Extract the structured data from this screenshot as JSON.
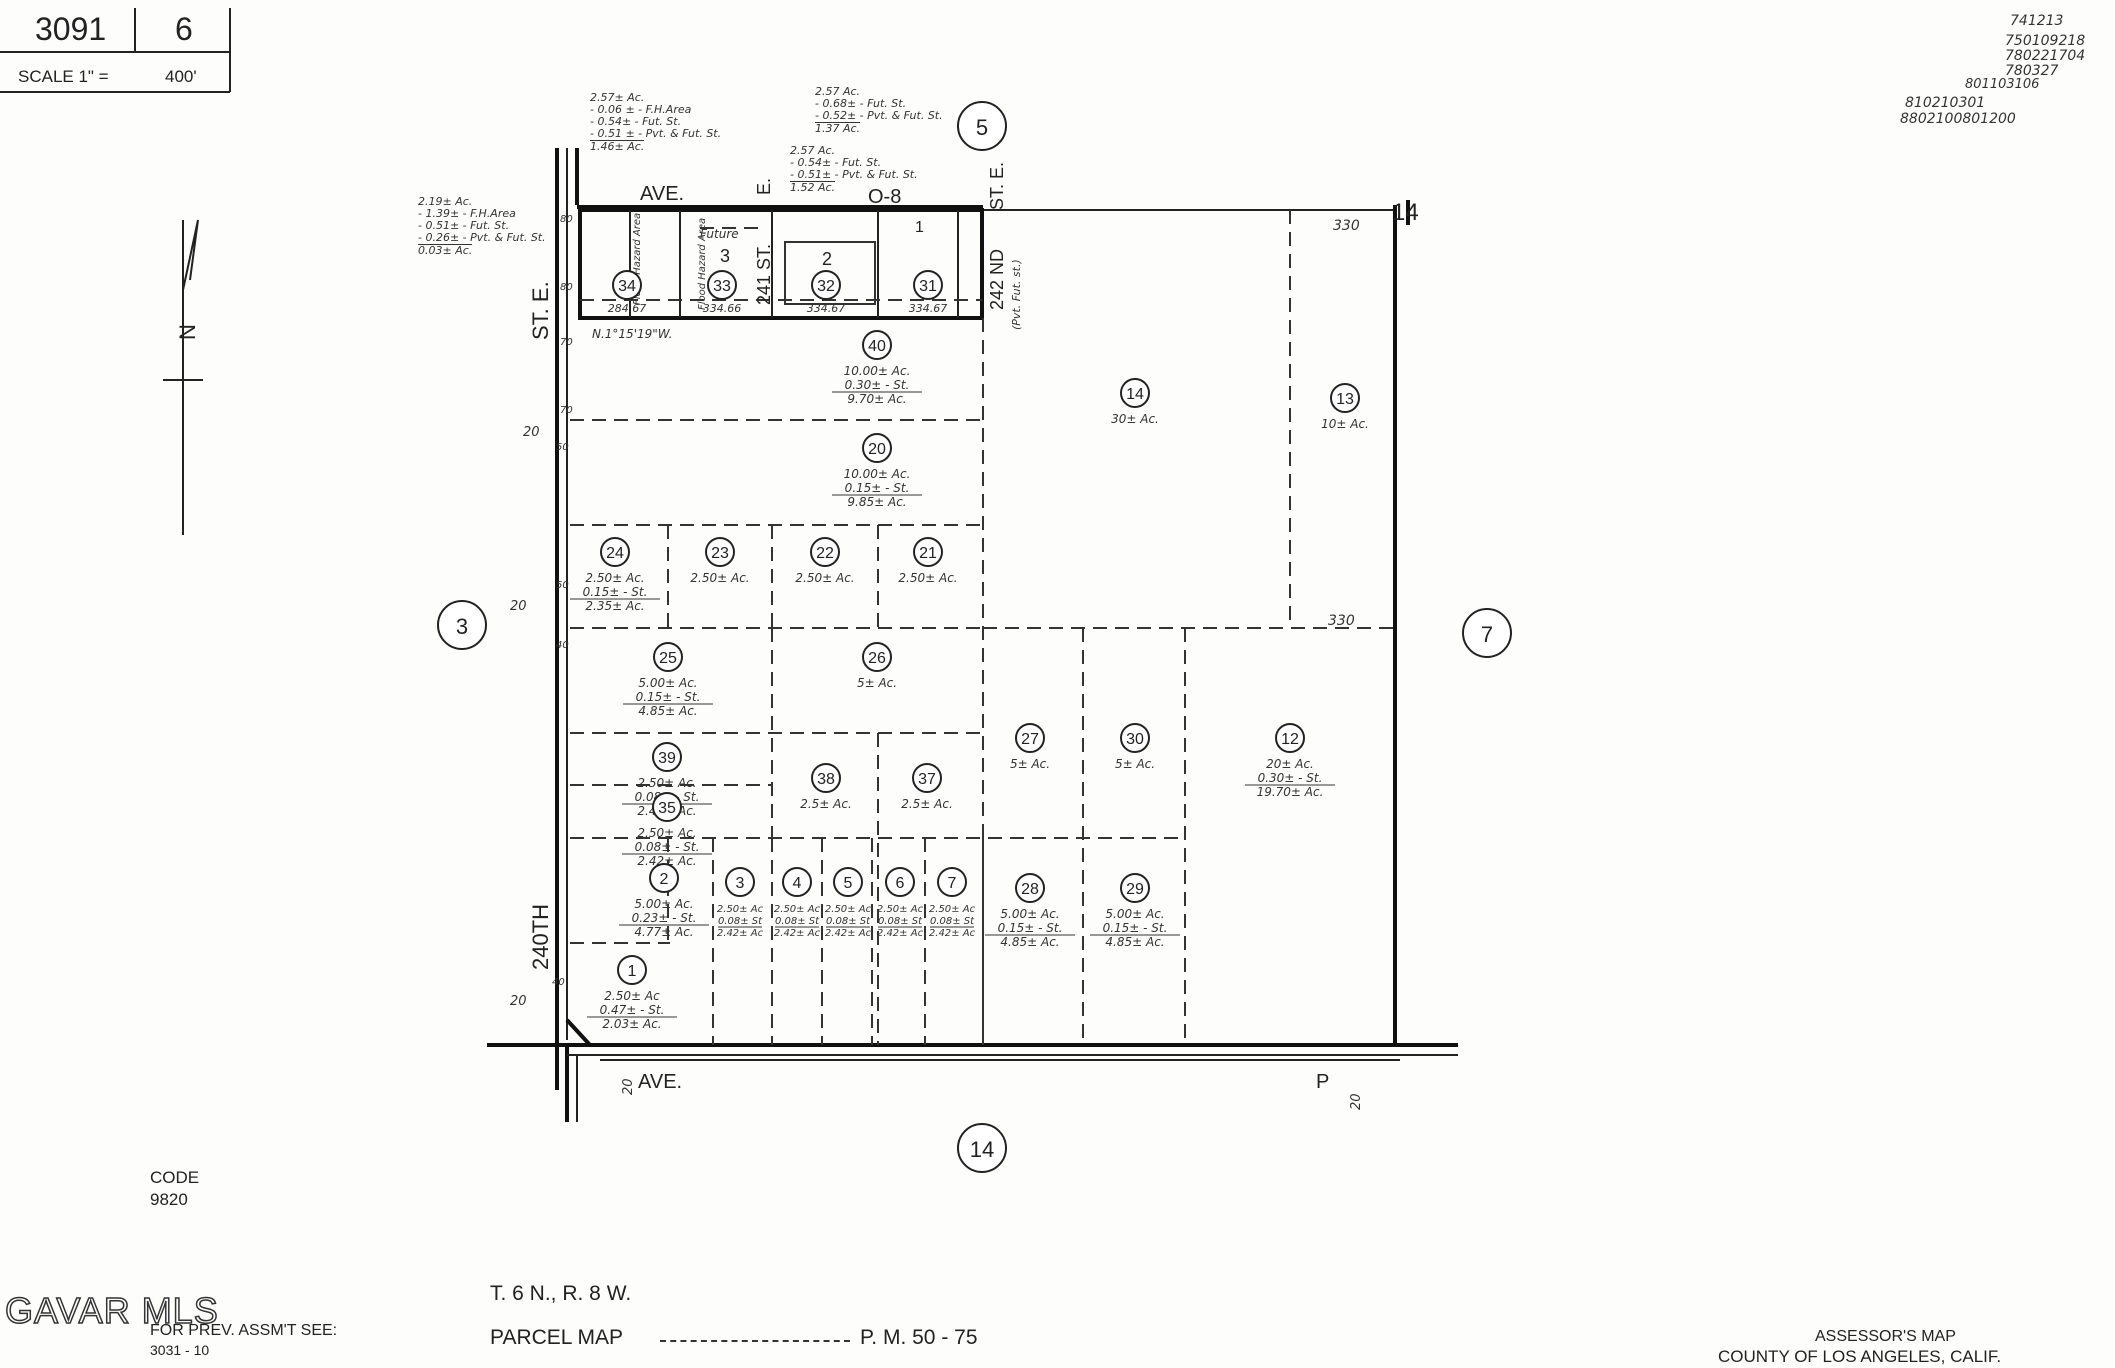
{
  "header": {
    "map_book": "3091",
    "map_page": "6",
    "scale_label": "SCALE 1\" =",
    "scale_value": "400'"
  },
  "top_right_numbers": [
    "741213",
    "750109218",
    "780221704",
    "780327",
    "801103106",
    "810210301",
    "8802100801200"
  ],
  "neighbor_pages": {
    "north": "5",
    "west": "3",
    "east": "7",
    "south": "14"
  },
  "street_labels": {
    "north_ave": "AVE.",
    "ave_o8": "O-8",
    "st_241": "241 ST.",
    "st_241_suffix": "E.",
    "st_242": "242 ND",
    "st_242_suffix": "ST. E.",
    "st_242_note": "(Pvt. Fut. st.)",
    "st_240": "240TH",
    "st_240_suffix": "ST. E.",
    "south_ave": "AVE.",
    "south_p": "P",
    "corner_label": "14"
  },
  "north_notes": [
    "2.57± Ac.",
    "- 0.06 ± - F.H.Area",
    "- 0.54± - Fut. St.",
    "- 0.51 ± - Pvt. & Fut. St.",
    "1.46± Ac."
  ],
  "north_notes2": [
    "2.57 Ac.",
    "- 0.68± - Fut. St.",
    "- 0.52± - Pvt. & Fut. St.",
    "1.37 Ac."
  ],
  "north_notes3": [
    "2.57 Ac.",
    "- 0.54± - Fut. St.",
    "- 0.51± - Pvt. & Fut. St.",
    "1.52 Ac."
  ],
  "west_notes": [
    "2.19± Ac.",
    "- 1.39± - F.H.Area",
    "- 0.51± - Fut. St.",
    "- 0.26± - Pvt. & Fut. St.",
    "0.03± Ac."
  ],
  "parcels": [
    {
      "id": "34",
      "lines": [
        "284.67"
      ]
    },
    {
      "id": "33",
      "lines": [
        "334.66"
      ]
    },
    {
      "id": "32",
      "lines": [
        "334.67"
      ]
    },
    {
      "id": "31",
      "lines": [
        "334.67"
      ]
    },
    {
      "id": "40",
      "lines": [
        "10.00± Ac.",
        "0.30± - St.",
        "9.70± Ac."
      ]
    },
    {
      "id": "20",
      "lines": [
        "10.00± Ac.",
        "0.15± - St.",
        "9.85± Ac."
      ]
    },
    {
      "id": "24",
      "lines": [
        "2.50± Ac.",
        "0.15± - St.",
        "2.35± Ac."
      ]
    },
    {
      "id": "23",
      "lines": [
        "2.50± Ac."
      ]
    },
    {
      "id": "22",
      "lines": [
        "2.50± Ac."
      ]
    },
    {
      "id": "21",
      "lines": [
        "2.50± Ac."
      ]
    },
    {
      "id": "14",
      "lines": [
        "30± Ac."
      ]
    },
    {
      "id": "13",
      "lines": [
        "10± Ac."
      ]
    },
    {
      "id": "25",
      "lines": [
        "5.00± Ac.",
        "0.15± - St.",
        "4.85± Ac."
      ]
    },
    {
      "id": "26",
      "lines": [
        "5± Ac."
      ]
    },
    {
      "id": "27",
      "lines": [
        "5± Ac."
      ]
    },
    {
      "id": "30",
      "lines": [
        "5± Ac."
      ]
    },
    {
      "id": "12",
      "lines": [
        "20± Ac.",
        "0.30± - St.",
        "19.70± Ac."
      ]
    },
    {
      "id": "39",
      "lines": [
        "2.50± Ac.",
        "0.08± - St.",
        "2.42± Ac."
      ]
    },
    {
      "id": "35",
      "lines": [
        "2.50± Ac.",
        "0.08± - St.",
        "2.42± Ac."
      ]
    },
    {
      "id": "38",
      "lines": [
        "2.5± Ac."
      ]
    },
    {
      "id": "37",
      "lines": [
        "2.5± Ac."
      ]
    },
    {
      "id": "2",
      "lines": [
        "5.00± Ac.",
        "0.23± - St.",
        "4.77± Ac."
      ]
    },
    {
      "id": "3",
      "lines": [
        "2.50± Ac",
        "0.08± St",
        "2.42± Ac"
      ]
    },
    {
      "id": "4",
      "lines": [
        "2.50± Ac",
        "0.08± St",
        "2.42± Ac"
      ]
    },
    {
      "id": "5",
      "lines": [
        "2.50± Ac",
        "0.08± St",
        "2.42± Ac"
      ]
    },
    {
      "id": "6",
      "lines": [
        "2.50± Ac",
        "0.08± St",
        "2.42± Ac"
      ]
    },
    {
      "id": "7",
      "lines": [
        "2.50± Ac",
        "0.08± St",
        "2.42± Ac"
      ]
    },
    {
      "id": "28",
      "lines": [
        "5.00± Ac.",
        "0.15± - St.",
        "4.85± Ac."
      ]
    },
    {
      "id": "29",
      "lines": [
        "5.00± Ac.",
        "0.15± - St.",
        "4.85± Ac."
      ]
    },
    {
      "id": "1",
      "lines": [
        "2.50± Ac",
        "0.47± - St.",
        "2.03± Ac."
      ]
    }
  ],
  "lots": [
    "3",
    "2",
    "1"
  ],
  "small_labels": {
    "flood_area": "Flood Hazard Area",
    "future": "Future",
    "bearing": "N.1°15'19\"W.",
    "dim_330": "330",
    "dim_330b": "330",
    "dim_20": "20",
    "dim_80": "80",
    "dim_70": "70",
    "dim_50": "50",
    "dim_40": "40"
  },
  "code": {
    "label": "CODE",
    "value": "9820"
  },
  "watermark": "GAVAR MLS",
  "prev_assmt": {
    "label": "FOR PREV. ASSM'T SEE:",
    "value": "3031 - 10"
  },
  "township": "T. 6 N., R. 8 W.",
  "parcel_map": "PARCEL MAP",
  "pm_ref": "P. M. 50 - 75",
  "assessor": {
    "line1": "ASSESSOR'S MAP",
    "line2": "COUNTY OF LOS ANGELES, CALIF."
  }
}
